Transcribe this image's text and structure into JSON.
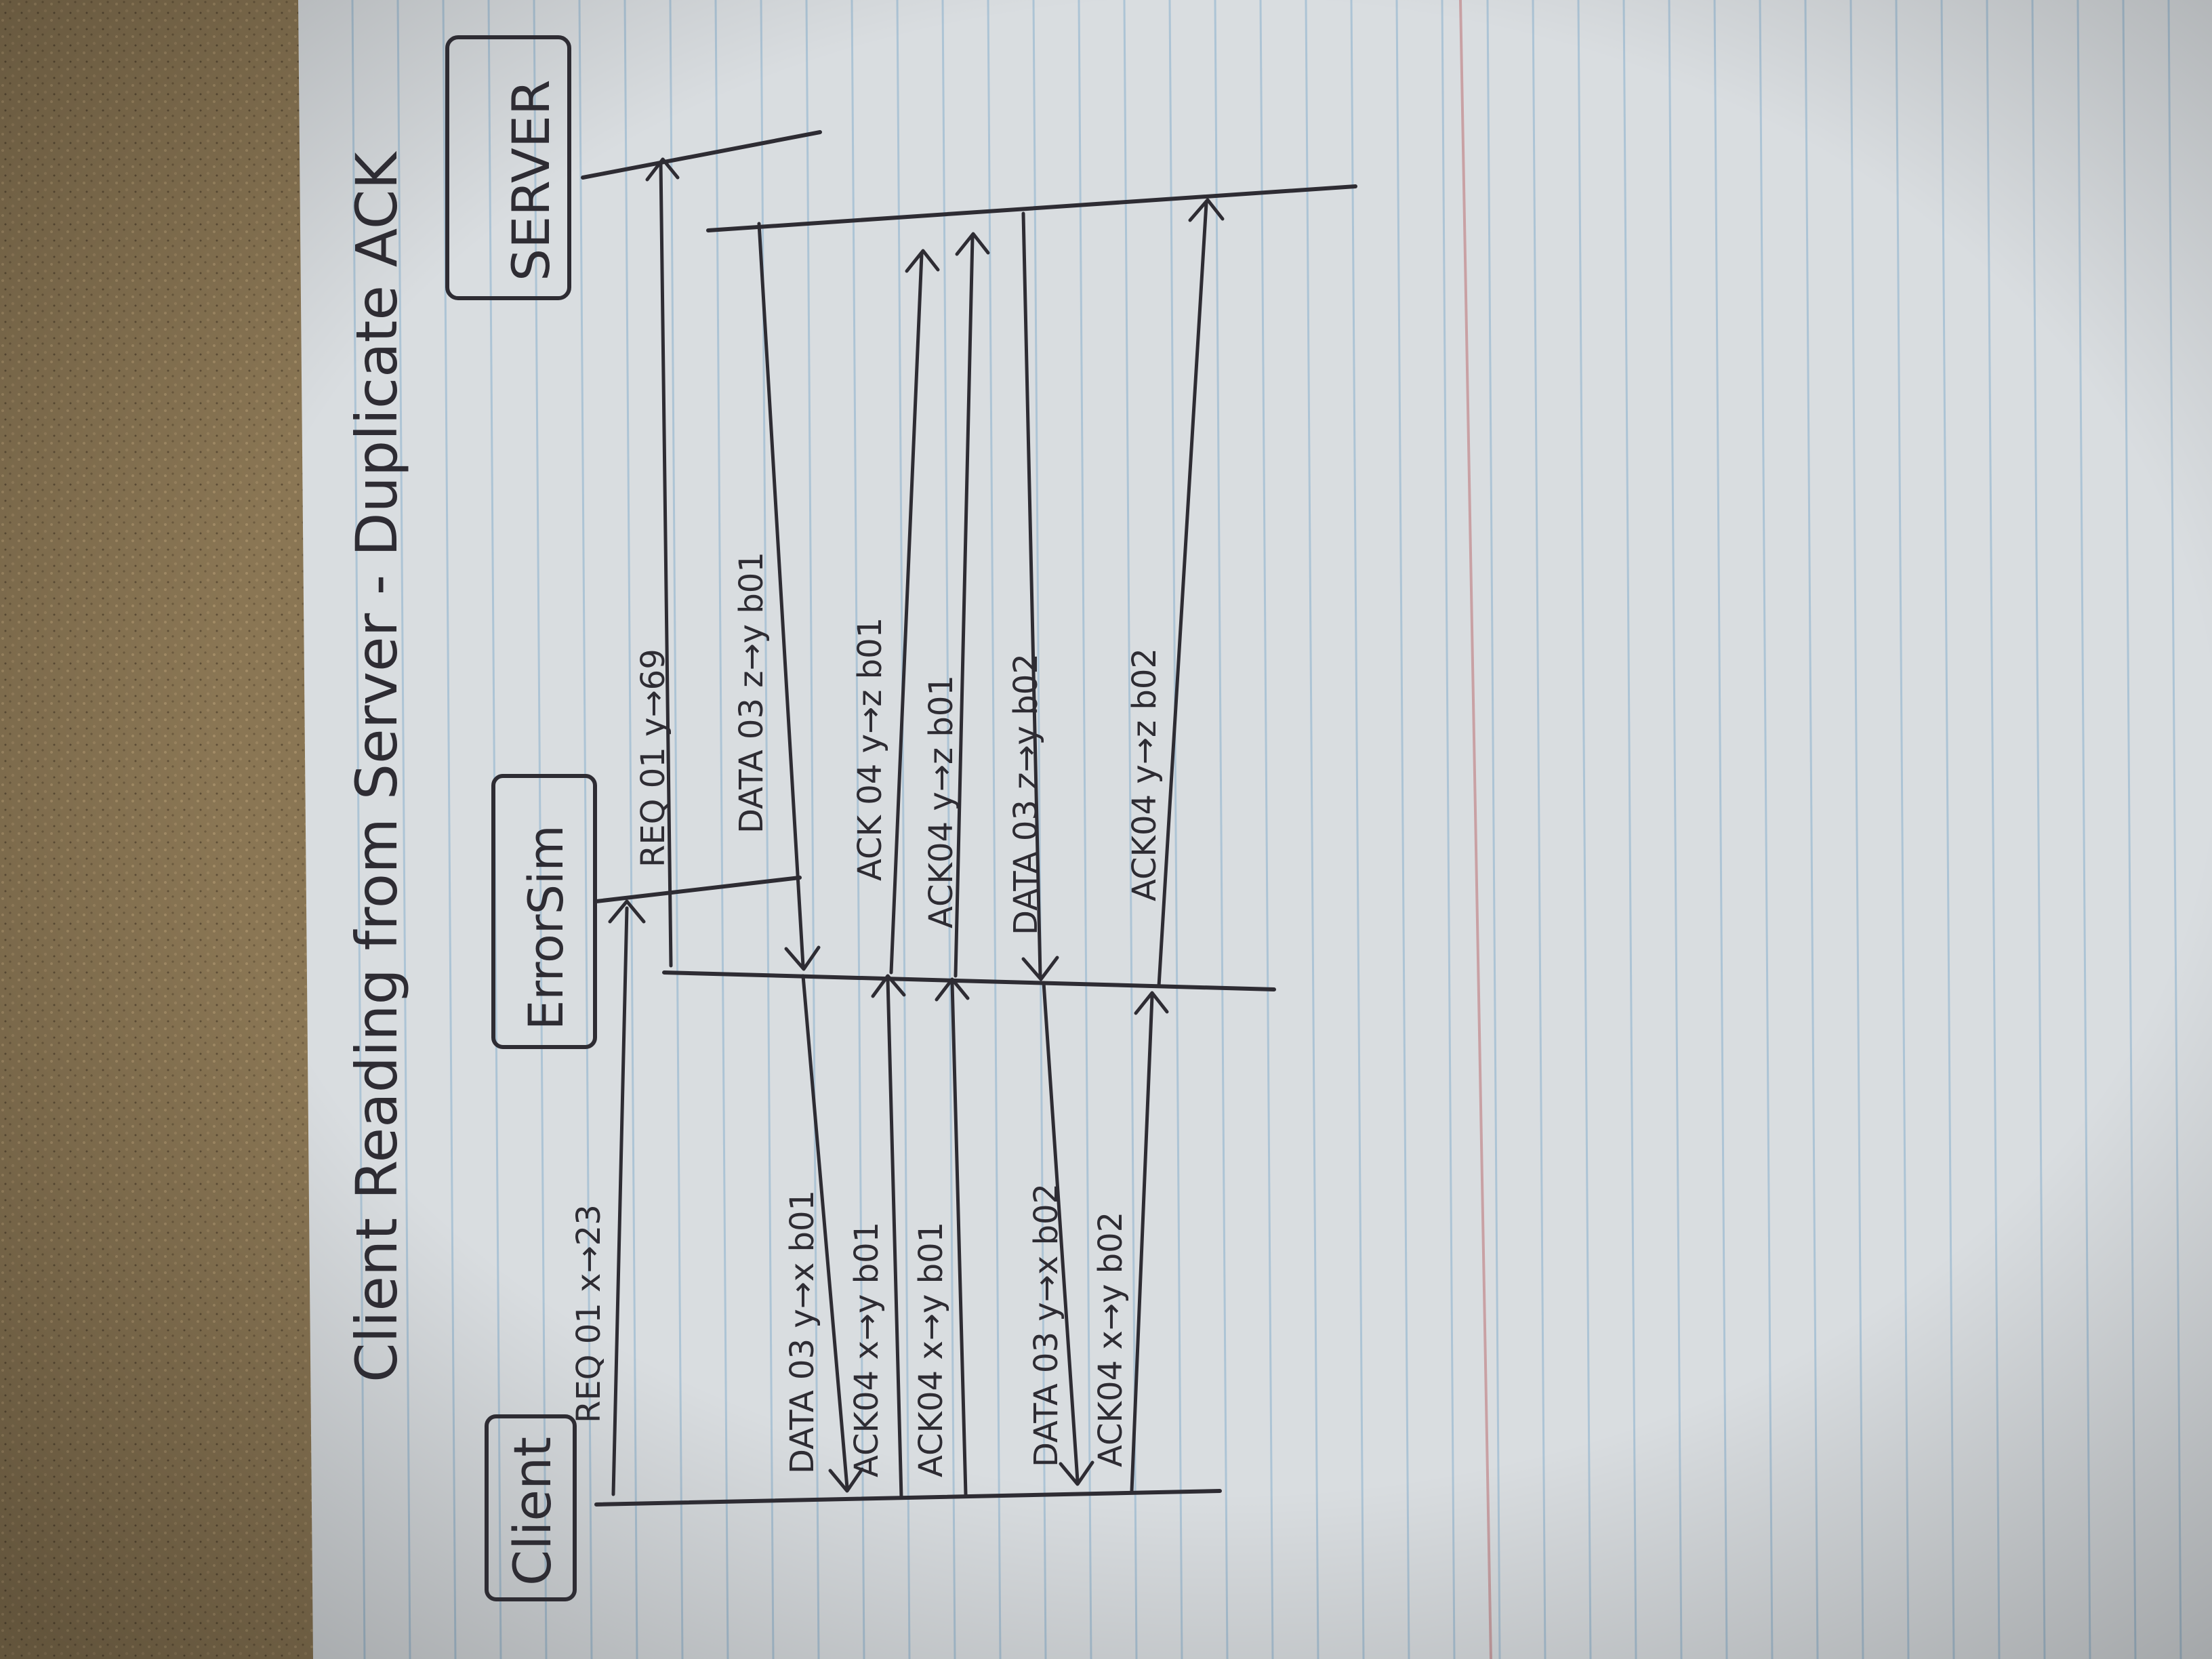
{
  "title": "Client Reading from Server - Duplicate ACK",
  "participants": {
    "client": "Client",
    "error_sim": "ErrorSim",
    "server": "SERVER"
  },
  "messages": {
    "left": [
      "REQ 01  x→23",
      "DATA 03  y→x  b01",
      "ACK04  x→y  b01",
      "ACK04  x→y  b01",
      "DATA 03  y→x  b02",
      "ACK04  x→y  b02"
    ],
    "right": [
      "REQ 01  y→69",
      "DATA 03  z→y  b01",
      "ACK 04  y→z  b01",
      "ACK04  y→z  b01",
      "DATA 03  z→y  b02",
      "ACK04  y→z  b02"
    ]
  },
  "colors": {
    "background": "#8a7654",
    "paper": "#d9dde0",
    "rule_line": "#a6c0d4",
    "margin_line": "#c9a1a4",
    "ink": "#2e2c33"
  }
}
